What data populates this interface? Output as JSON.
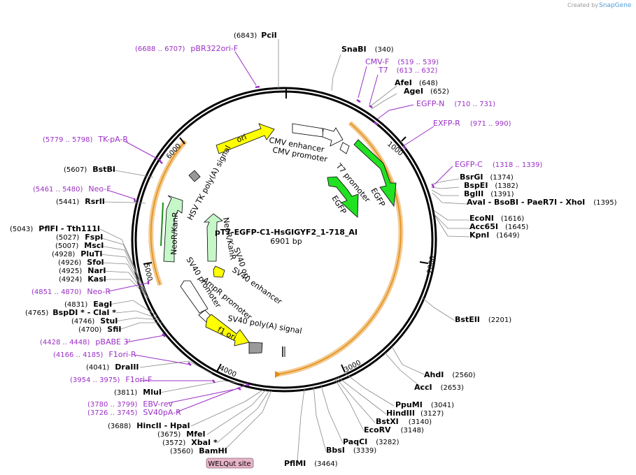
{
  "plasmid": {
    "name": "pT7-EGFP-C1-HsGIGYF2_1-718_AI",
    "size": "6901 bp"
  },
  "credit": {
    "prefix": "Created by",
    "brand": "SnapGene"
  },
  "colors": {
    "backbone": "#000000",
    "primer": "#9b2fc4",
    "orf_highlight": "#f3c98f",
    "orf_line": "#e28d12"
  },
  "tick_labels": [
    "1000",
    "2000",
    "3000",
    "4000",
    "5000",
    "6000"
  ],
  "sites": [
    {
      "name": "PciI",
      "pos": "(6843)"
    },
    {
      "name": "SnaBI",
      "pos": "(340)"
    },
    {
      "name": "AfeI",
      "pos": "(648)"
    },
    {
      "name": "AgeI",
      "pos": "(652)"
    },
    {
      "name": "BsrGI",
      "pos": "(1374)"
    },
    {
      "name": "BspEI",
      "pos": "(1382)"
    },
    {
      "name": "BglII",
      "pos": "(1391)"
    },
    {
      "name": "AvaI   - BsoBI   - PaeR7I   - XhoI",
      "pos": "(1395)"
    },
    {
      "name": "EcoNI",
      "pos": "(1616)"
    },
    {
      "name": "Acc65I",
      "pos": "(1645)"
    },
    {
      "name": "KpnI",
      "pos": "(1649)"
    },
    {
      "name": "BstEII",
      "pos": "(2201)"
    },
    {
      "name": "AhdI",
      "pos": "(2560)"
    },
    {
      "name": "AccI",
      "pos": "(2653)"
    },
    {
      "name": "PpuMI",
      "pos": "(3041)"
    },
    {
      "name": "HindIII",
      "pos": "(3127)"
    },
    {
      "name": "BstXI",
      "pos": "(3140)"
    },
    {
      "name": "EcoRV",
      "pos": "(3148)"
    },
    {
      "name": "PaqCI",
      "pos": "(3282)"
    },
    {
      "name": "BbsI",
      "pos": "(3339)"
    },
    {
      "name": "PflMI",
      "pos": "(3464)"
    },
    {
      "name": "BamHI",
      "pos": "(3560)"
    },
    {
      "name": "XbaI *",
      "pos": "(3572)"
    },
    {
      "name": "MfeI",
      "pos": "(3675)"
    },
    {
      "name": "HincII   - HpaI",
      "pos": "(3688)"
    },
    {
      "name": "MluI",
      "pos": "(3811)"
    },
    {
      "name": "DraIII",
      "pos": "(4041)"
    },
    {
      "name": "SfiI",
      "pos": "(4700)"
    },
    {
      "name": "StuI",
      "pos": "(4746)"
    },
    {
      "name": "BspDI *   - ClaI *",
      "pos": "(4765)"
    },
    {
      "name": "EagI",
      "pos": "(4831)"
    },
    {
      "name": "KasI",
      "pos": "(4924)"
    },
    {
      "name": "NarI",
      "pos": "(4925)"
    },
    {
      "name": "SfoI",
      "pos": "(4926)"
    },
    {
      "name": "PluTI",
      "pos": "(4928)"
    },
    {
      "name": "MscI",
      "pos": "(5007)"
    },
    {
      "name": "FspI",
      "pos": "(5027)"
    },
    {
      "name": "PflFI   - Tth111I",
      "pos": "(5043)"
    },
    {
      "name": "RsrII",
      "pos": "(5441)"
    },
    {
      "name": "BstBI",
      "pos": "(5607)"
    }
  ],
  "primers": [
    {
      "name": "pBR322ori-F",
      "pos": "(6688 .. 6707)"
    },
    {
      "name": "CMV-F",
      "pos": "(519 .. 539)"
    },
    {
      "name": "T7",
      "pos": "(613 .. 632)"
    },
    {
      "name": "EGFP-N",
      "pos": "(710 .. 731)"
    },
    {
      "name": "EXFP-R",
      "pos": "(971 .. 990)"
    },
    {
      "name": "EGFP-C",
      "pos": "(1318 .. 1339)"
    },
    {
      "name": "TK-pA-R",
      "pos": "(5779 .. 5798)"
    },
    {
      "name": "Neo-F",
      "pos": "(5461 .. 5480)"
    },
    {
      "name": "Neo-R",
      "pos": "(4851 .. 4870)"
    },
    {
      "name": "pBABE 3'",
      "pos": "(4428 .. 4448)"
    },
    {
      "name": "F1ori-R",
      "pos": "(4166 .. 4185)"
    },
    {
      "name": "F1ori-F",
      "pos": "(3954 .. 3975)"
    },
    {
      "name": "EBV-rev",
      "pos": "(3780 .. 3799)"
    },
    {
      "name": "SV40pA-R",
      "pos": "(3726 .. 3745)"
    }
  ],
  "features": [
    {
      "name": "ori"
    },
    {
      "name": "CMV enhancer"
    },
    {
      "name": "CMV promoter"
    },
    {
      "name": "T7 promoter"
    },
    {
      "name": "EGFP"
    },
    {
      "name": "EGFP"
    },
    {
      "name": "HSV TK poly(A) signal"
    },
    {
      "name": "NeoR/KanR"
    },
    {
      "name": "NeoR/KanR"
    },
    {
      "name": "SV40 ori"
    },
    {
      "name": "SV40 enhancer"
    },
    {
      "name": "AmpR promoter"
    },
    {
      "name": "SV40 promoter"
    },
    {
      "name": "SV40 poly(A) signal"
    },
    {
      "name": "f1 ori"
    }
  ],
  "button": {
    "label": "WELQut site"
  }
}
